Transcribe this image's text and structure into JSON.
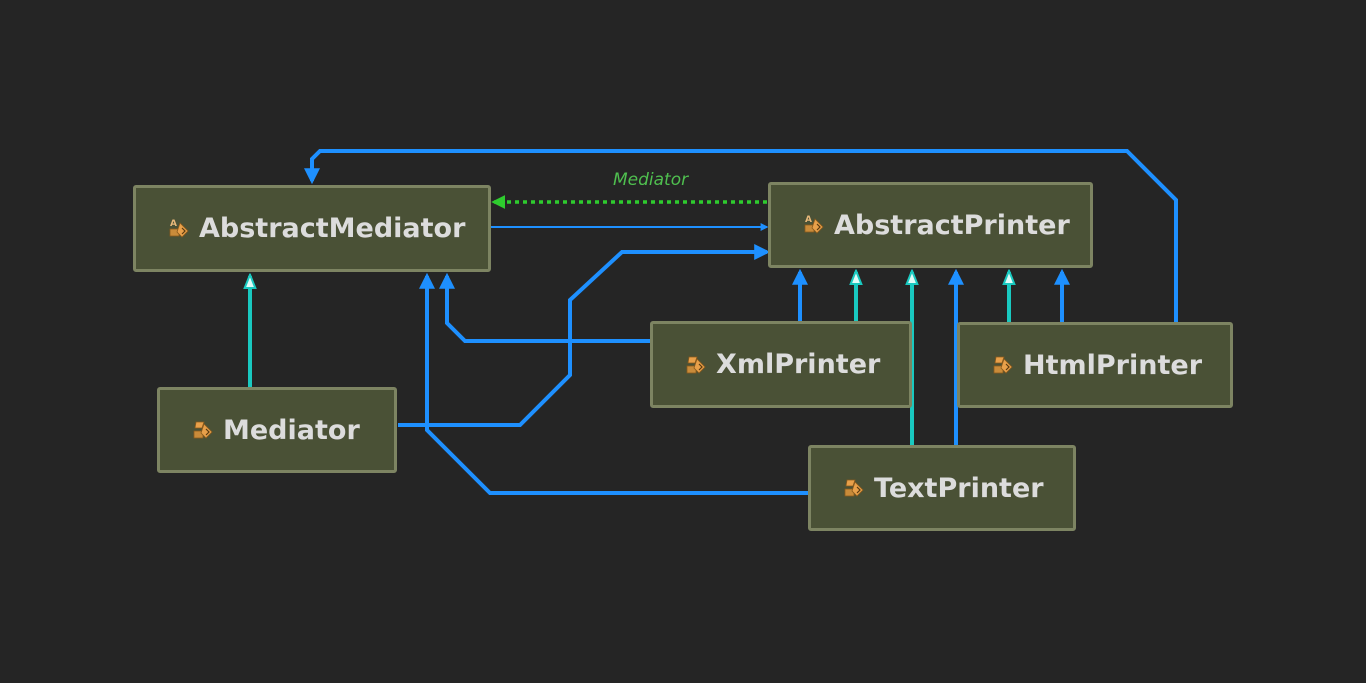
{
  "diagram": {
    "nodes": {
      "abstract_mediator": {
        "label": "AbstractMediator",
        "kind": "abstract-class",
        "icon": "abstract-class-icon"
      },
      "abstract_printer": {
        "label": "AbstractPrinter",
        "kind": "abstract-class",
        "icon": "abstract-class-icon"
      },
      "mediator": {
        "label": "Mediator",
        "kind": "class",
        "icon": "class-icon"
      },
      "xml_printer": {
        "label": "XmlPrinter",
        "kind": "class",
        "icon": "class-icon"
      },
      "html_printer": {
        "label": "HtmlPrinter",
        "kind": "class",
        "icon": "class-icon"
      },
      "text_printer": {
        "label": "TextPrinter",
        "kind": "class",
        "icon": "class-icon"
      }
    },
    "edge_labels": {
      "mediator_dependency": "Mediator"
    },
    "edges": [
      {
        "from": "Mediator",
        "to": "AbstractMediator",
        "type": "inheritance"
      },
      {
        "from": "XmlPrinter",
        "to": "AbstractPrinter",
        "type": "inheritance"
      },
      {
        "from": "HtmlPrinter",
        "to": "AbstractPrinter",
        "type": "inheritance"
      },
      {
        "from": "TextPrinter",
        "to": "AbstractPrinter",
        "type": "inheritance"
      },
      {
        "from": "AbstractPrinter",
        "to": "AbstractMediator",
        "type": "dependency",
        "label": "Mediator"
      },
      {
        "from": "AbstractMediator",
        "to": "AbstractPrinter",
        "type": "association"
      },
      {
        "from": "Mediator",
        "to": "AbstractPrinter",
        "type": "association"
      },
      {
        "from": "XmlPrinter",
        "to": "AbstractMediator",
        "type": "association"
      },
      {
        "from": "XmlPrinter",
        "to": "AbstractPrinter",
        "type": "association"
      },
      {
        "from": "HtmlPrinter",
        "to": "AbstractMediator",
        "type": "association"
      },
      {
        "from": "HtmlPrinter",
        "to": "AbstractPrinter",
        "type": "association"
      },
      {
        "from": "TextPrinter",
        "to": "AbstractMediator",
        "type": "association"
      },
      {
        "from": "TextPrinter",
        "to": "AbstractPrinter",
        "type": "association"
      }
    ],
    "colors": {
      "background": "#252525",
      "node_fill": "#4a5136",
      "node_border": "#7d8462",
      "node_text": "#dcdcdc",
      "association": "#1e90ff",
      "inheritance": "#19c9c0",
      "dependency": "#2ecc2e",
      "edge_label": "#4fbf4f"
    }
  }
}
